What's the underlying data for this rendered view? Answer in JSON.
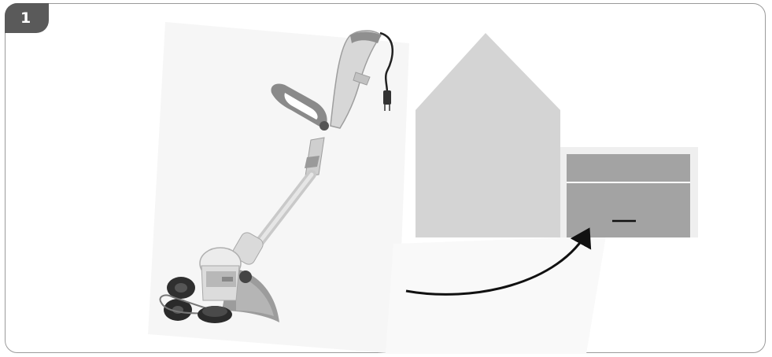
{
  "figure": {
    "step_number": "1"
  },
  "illustration": {
    "product": "grass-trimmer",
    "destination": "garage",
    "colors": {
      "border": "#9a9a9a",
      "badge": "#5a5a5a",
      "house": "#d4d4d4",
      "garage_wall": "#efefef",
      "garage_door": "#a3a3a3",
      "arrow": "#111111"
    }
  }
}
